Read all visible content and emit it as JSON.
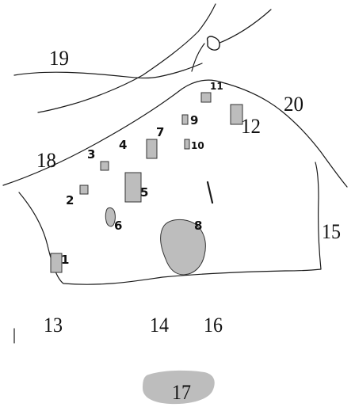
{
  "labels": {
    "l1": "1",
    "l2": "2",
    "l3": "3",
    "l4": "4",
    "l5": "5",
    "l6": "6",
    "l7": "7",
    "l8": "8",
    "l9": "9",
    "l10": "10",
    "l11": "11",
    "l12": "12",
    "l13": "13",
    "l14": "14",
    "l15": "15",
    "l16": "16",
    "l17": "17",
    "l18": "18",
    "l19": "19",
    "l20": "20"
  },
  "colors": {
    "line": "#1a1a1a",
    "feature_fill": "#bdbdbd",
    "background": "#ffffff"
  }
}
